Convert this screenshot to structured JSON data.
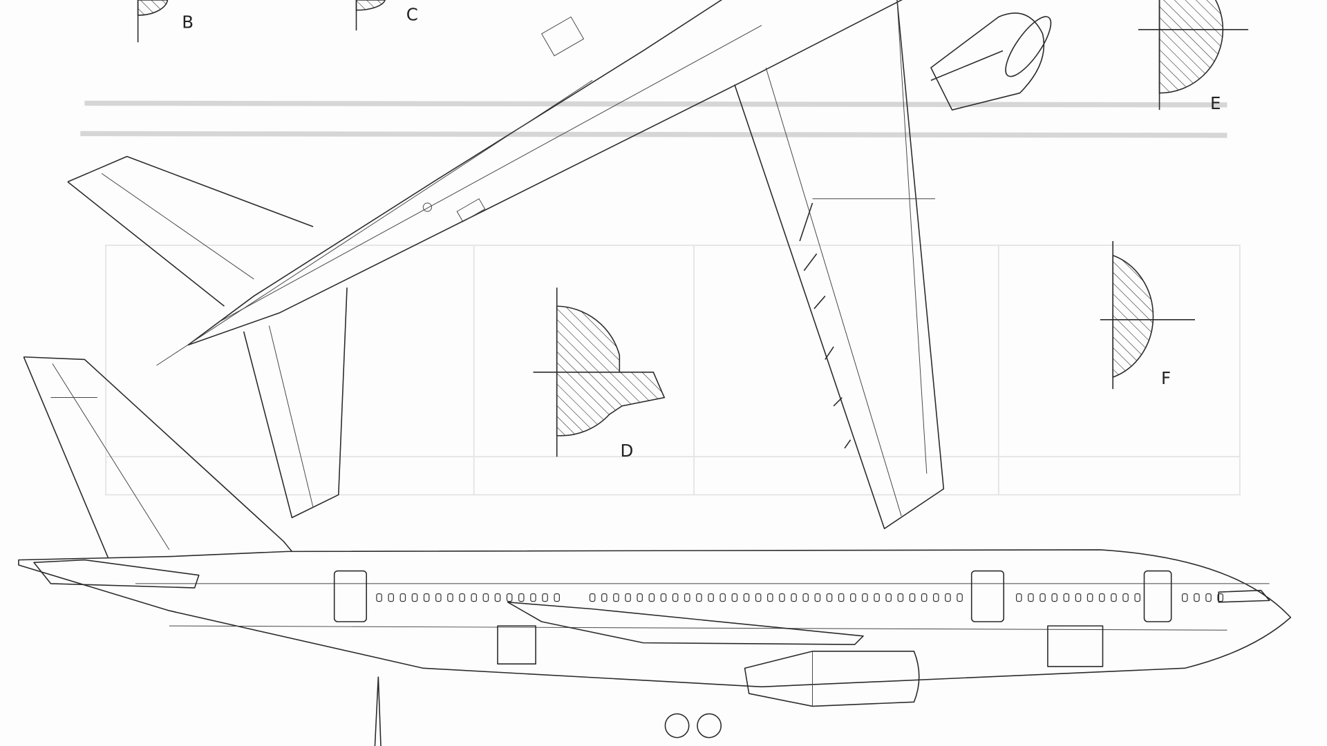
{
  "drawing": {
    "section_labels": {
      "b": "B",
      "c": "C",
      "d": "D",
      "e": "E",
      "f": "F"
    },
    "line_color": "#2a2a2a",
    "background": "#fdfdfd"
  }
}
